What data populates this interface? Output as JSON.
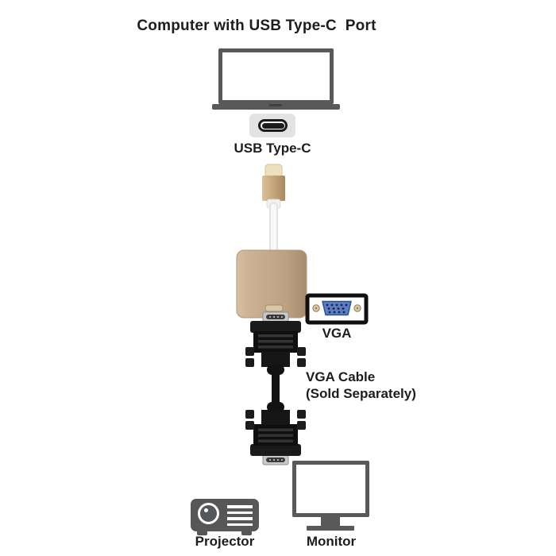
{
  "title": "Computer with USB Type-C  Port",
  "labels": {
    "usb_type_c": "USB Type-C",
    "vga": "VGA",
    "vga_cable_line1": "VGA Cable",
    "vga_cable_line2": "(Sold Separately)",
    "projector": "Projector",
    "monitor": "Monitor"
  },
  "icons": {
    "laptop": "laptop-outline-icon",
    "usb_c_port": "usb-c-port-icon",
    "adapter": "usb-c-to-vga-adapter",
    "vga_port": "vga-connector-icon",
    "vga_cable": "vga-cable-connectors",
    "projector": "projector-icon",
    "monitor": "monitor-icon"
  },
  "colors": {
    "text": "#1d1d1d",
    "outline_gray": "#58595b",
    "adapter_gold": "#c6ac8c",
    "adapter_gold_light": "#d7bfa0",
    "adapter_gold_dark": "#a78c6e",
    "usbc_tip_cream": "#ece0bd",
    "cable_white": "#f6f6f6",
    "connector_black": "#141414",
    "vga_port_blue": "#5d7ec2",
    "screw_tan": "#d8c8a2",
    "port_badge_gray": "#e3e3e3"
  }
}
